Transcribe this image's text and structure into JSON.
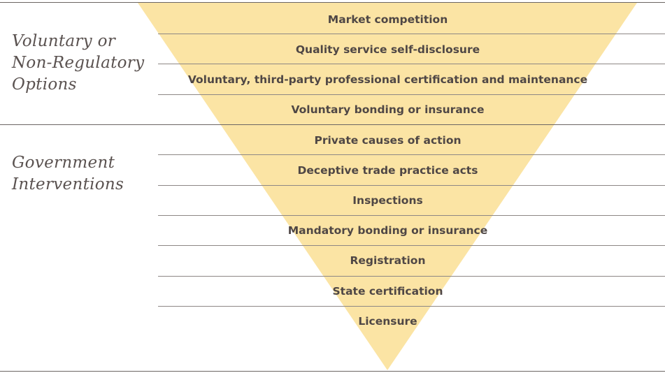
{
  "colors": {
    "triangle_fill": "#fbe4a4",
    "rule_line": "#8d8785",
    "frame_line": "#6b6563",
    "text": "#4f4745"
  },
  "groups": [
    {
      "label": "Voluntary or\nNon-Regulatory\nOptions"
    },
    {
      "label": "Government\nInterventions"
    }
  ],
  "levels": [
    {
      "label": "Market competition"
    },
    {
      "label": "Quality service self-disclosure"
    },
    {
      "label": "Voluntary, third-party professional certification and maintenance"
    },
    {
      "label": "Voluntary bonding or insurance"
    },
    {
      "label": "Private causes of action"
    },
    {
      "label": "Deceptive trade practice acts"
    },
    {
      "label": "Inspections"
    },
    {
      "label": "Mandatory bonding or insurance"
    },
    {
      "label": "Registration"
    },
    {
      "label": "State certification"
    },
    {
      "label": "Licensure"
    }
  ]
}
